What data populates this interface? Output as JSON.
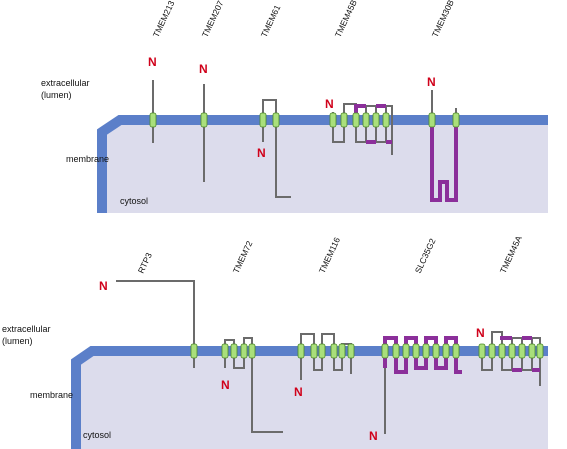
{
  "panels": [
    {
      "labels": {
        "extracellular": "extracellular",
        "lumen": "(lumen)",
        "membrane": "membrane",
        "cytosol": "cytosol"
      },
      "proteins": [
        "TMEM213",
        "TMEM207",
        "TMEM61",
        "TMEM45B",
        "TMEM30B"
      ]
    },
    {
      "labels": {
        "extracellular": "extracellular",
        "lumen": "(lumen)",
        "membrane": "membrane",
        "cytosol": "cytosol"
      },
      "proteins": [
        "RTP3",
        "TMEM72",
        "TMEM116",
        "SLC35G2",
        "TMEM45A"
      ]
    }
  ],
  "n_terminus_label": "N",
  "colors": {
    "membrane": "#5b7fc9",
    "cytosol": "#dcdcec",
    "helix": "#a9df7b",
    "chain_gray": "#6b6b6b",
    "chain_purple": "#8b2f9a",
    "n_terminus": "#d0021b"
  }
}
